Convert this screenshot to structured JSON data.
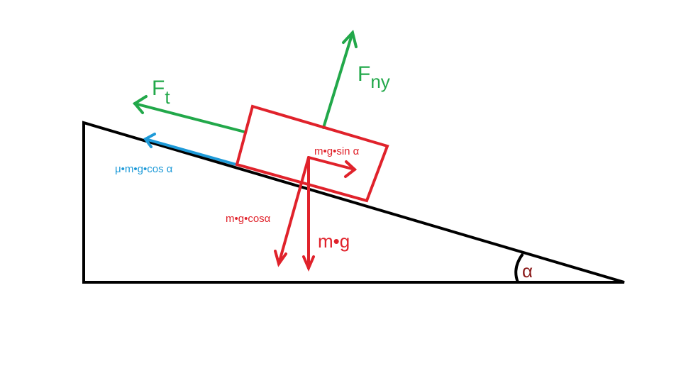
{
  "labels": {
    "friction_force": "F",
    "friction_force_sub": "t",
    "normal_force": "F",
    "normal_force_sub": "ny",
    "friction_formula": "μ•m•g•cos α",
    "parallel_component": "m•g•sin α",
    "perpendicular_component": "m•g•cosα",
    "weight": "m•g",
    "angle": "α"
  },
  "colors": {
    "incline": "#000000",
    "block": "#e0222b",
    "green_forces": "#22a84a",
    "friction": "#1e9ad8",
    "angle_label": "#8b1a1a"
  }
}
